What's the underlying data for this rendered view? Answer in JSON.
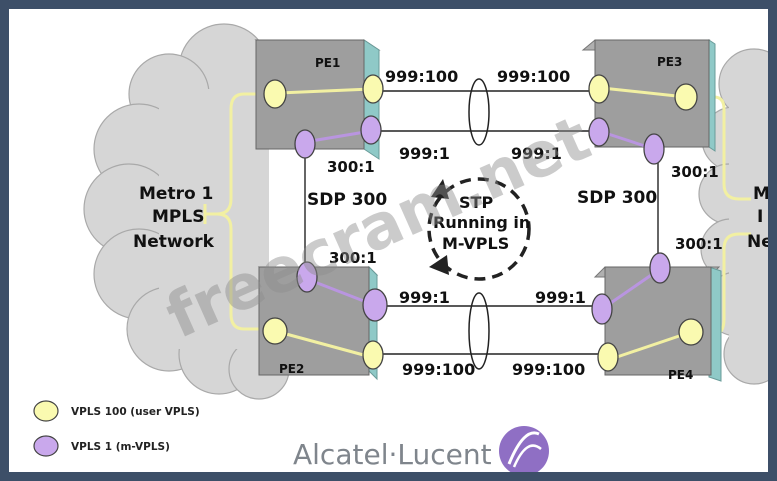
{
  "diagram": {
    "routers": {
      "pe1": "PE1",
      "pe2": "PE2",
      "pe3": "PE3",
      "pe4": "PE4"
    },
    "metro_left": [
      "Metro 1",
      "MPLS",
      "Network"
    ],
    "metro_right": [
      "M",
      "I",
      "Ne"
    ],
    "sdp_left": "SDP 300",
    "sdp_right": "SDP 300",
    "spoke": {
      "top_left_top": "999:100",
      "top_right_top": "999:100",
      "top_left_mid": "999:1",
      "top_right_mid": "999:1",
      "bot_left_mid": "999:1",
      "bot_right_mid": "999:1",
      "bot_left_bot": "999:100",
      "bot_right_bot": "999:100"
    },
    "mesh": {
      "left_top": "300:1",
      "left_bottom": "300:1",
      "right_top": "300:1",
      "right_bottom": "300:1"
    },
    "stp": [
      "STP",
      "Running in",
      "M-VPLS"
    ],
    "watermark": "freecram.net",
    "legend": {
      "user_vpls": "VPLS 100 (user VPLS)",
      "m_vpls": "VPLS 1 (m-VPLS)"
    },
    "brand": "Alcatel·Lucent",
    "colors": {
      "user_vpls": "#fafab0",
      "m_vpls": "#c9a8ec",
      "cloud": "#d6d6d6",
      "router_front": "#9e9e9e",
      "router_side": "#8fc9c7",
      "brand_logo": "#8f6fc4"
    }
  }
}
